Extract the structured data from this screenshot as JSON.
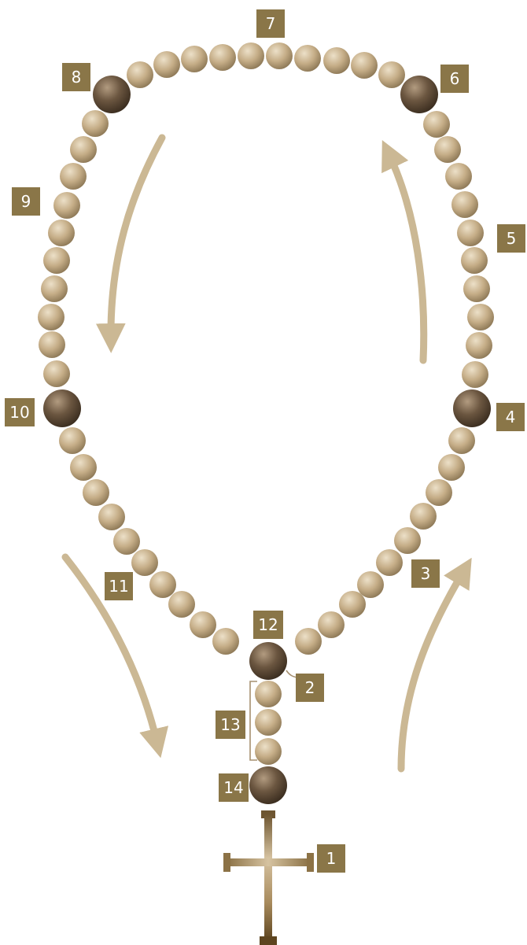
{
  "colors": {
    "label_box": "#8a7648",
    "label_text": "#ffffff",
    "arrow": "#cbb894",
    "small_bead": "#c1a983",
    "large_bead": "#5e4a35",
    "cross": "#b39a70"
  },
  "labels": {
    "l1": "1",
    "l2": "2",
    "l3": "3",
    "l4": "4",
    "l5": "5",
    "l6": "6",
    "l7": "7",
    "l8": "8",
    "l9": "9",
    "l10": "10",
    "l11": "11",
    "l12": "12",
    "l13": "13",
    "l14": "14"
  }
}
